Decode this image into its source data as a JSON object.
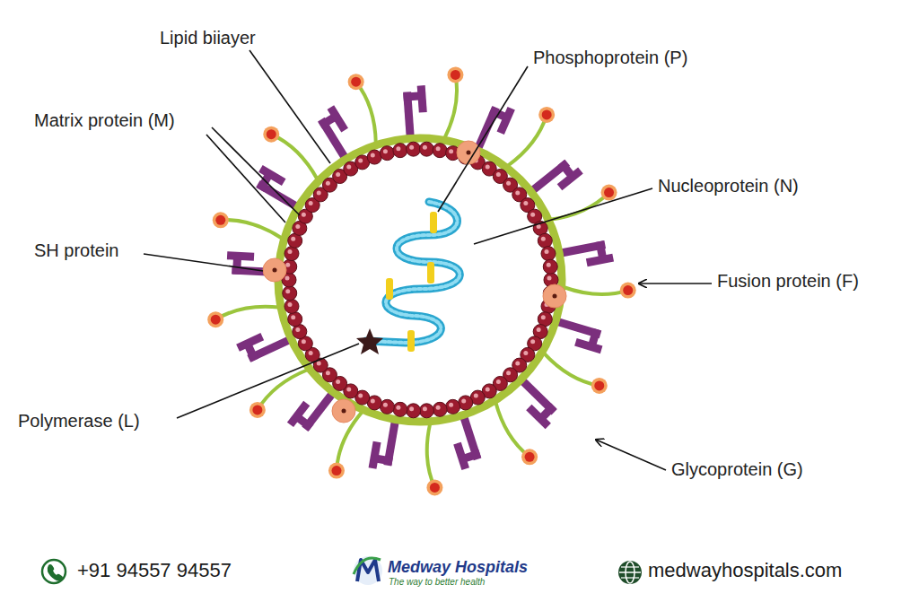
{
  "diagram": {
    "labels": [
      "Lipid biiayer",
      "Phosphoprotein (P)",
      "Matrix protein (M)",
      "Nucleoprotein (N)",
      "SH protein",
      "Fusion protein (F)",
      "Polymerase (L)",
      "Glycoprotein (G)",
      "+91 94557 94557",
      "Medway Hospitals",
      "The way to better health",
      "medwayhospitals.com"
    ]
  }
}
